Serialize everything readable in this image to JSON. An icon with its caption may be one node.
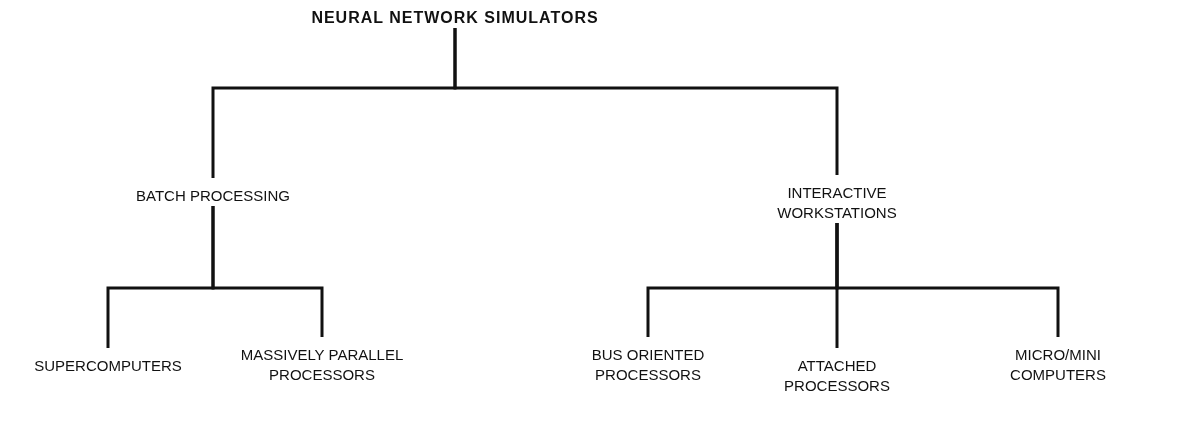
{
  "diagram": {
    "nodes": [
      {
        "text": [
          "NEURAL NETWORK SIMULATORS"
        ]
      },
      {
        "text": [
          "BATCH PROCESSING"
        ]
      },
      {
        "text": [
          "INTERACTIVE WORKSTATIONS"
        ]
      },
      {
        "text": [
          "SUPERCOMPUTERS"
        ]
      },
      {
        "text": [
          "MASSIVELY PARALLEL PROCESSORS"
        ]
      },
      {
        "text": [
          "BUS ORIENTED PROCESSORS"
        ]
      },
      {
        "text": [
          "ATTACHED PROCESSORS"
        ]
      },
      {
        "text": [
          "MICRO/MINI COMPUTERS"
        ]
      }
    ],
    "edges": [
      {
        "from": 0,
        "to": 1,
        "arrow": "none"
      },
      {
        "from": 0,
        "to": 2,
        "arrow": "none"
      },
      {
        "from": 1,
        "to": 3,
        "arrow": "none"
      },
      {
        "from": 1,
        "to": 4,
        "arrow": "none"
      },
      {
        "from": 2,
        "to": 5,
        "arrow": "none"
      },
      {
        "from": 2,
        "to": 6,
        "arrow": "none"
      },
      {
        "from": 2,
        "to": 7,
        "arrow": "none"
      }
    ]
  }
}
